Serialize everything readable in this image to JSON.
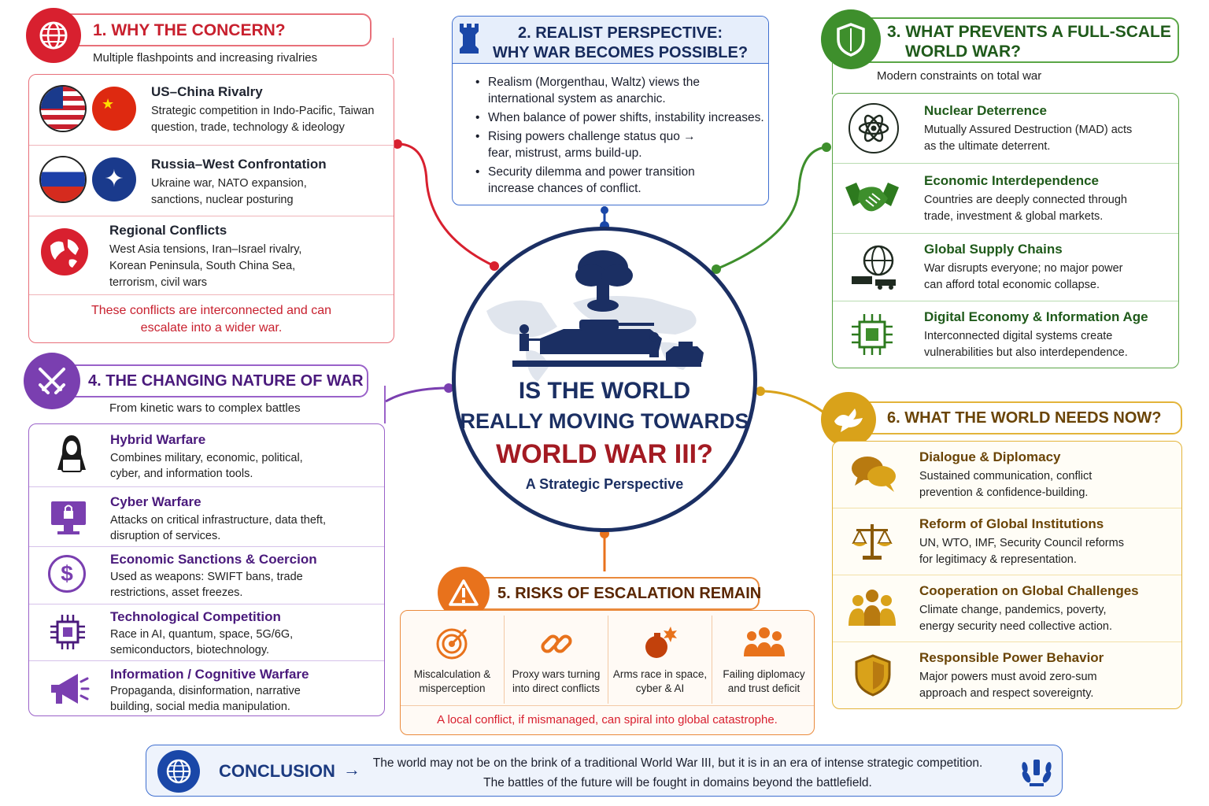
{
  "center": {
    "title_line1": "IS THE WORLD",
    "title_line2": "REALLY MOVING TOWARDS",
    "title_line3": "WORLD WAR III?",
    "subtitle": "A Strategic Perspective"
  },
  "s1": {
    "title": "1. WHY THE CONCERN?",
    "subtitle": "Multiple flashpoints and increasing rivalries",
    "items": [
      {
        "title": "US–China Rivalry",
        "desc1": "Strategic competition in Indo-Pacific, Taiwan",
        "desc2": "question, trade, technology & ideology"
      },
      {
        "title": "Russia–West Confrontation",
        "desc1": "Ukraine war, NATO expansion,",
        "desc2": "sanctions, nuclear posturing"
      },
      {
        "title": "Regional Conflicts",
        "desc1": "West Asia tensions, Iran–Israel rivalry,",
        "desc2": "Korean Peninsula, South China Sea,",
        "desc3": "terrorism, civil wars"
      }
    ],
    "footer1": "These conflicts are interconnected and can",
    "footer2": "escalate into a wider war."
  },
  "s2": {
    "title1": "2. REALIST PERSPECTIVE:",
    "title2": "WHY WAR BECOMES POSSIBLE?",
    "bullets": [
      {
        "l1": "Realism (Morgenthau, Waltz) views the",
        "l2": "international system as anarchic."
      },
      {
        "l1": "When balance of power shifts, instability increases.",
        "l2": ""
      },
      {
        "l1": "Rising powers challenge status quo →",
        "l2": "fear, mistrust, arms build-up."
      },
      {
        "l1": "Security dilemma and power transition",
        "l2": "increase chances of conflict."
      }
    ]
  },
  "s3": {
    "title1": "3. WHAT PREVENTS A FULL-SCALE",
    "title2": "WORLD WAR?",
    "subtitle": "Modern constraints on total war",
    "items": [
      {
        "title": "Nuclear Deterrence",
        "desc1": "Mutually Assured Destruction (MAD) acts",
        "desc2": "as the ultimate deterrent."
      },
      {
        "title": "Economic Interdependence",
        "desc1": "Countries are deeply connected through",
        "desc2": "trade, investment & global markets."
      },
      {
        "title": "Global Supply Chains",
        "desc1": "War disrupts everyone; no major power",
        "desc2": "can afford total economic collapse."
      },
      {
        "title": "Digital Economy & Information Age",
        "desc1": "Interconnected digital systems create",
        "desc2": "vulnerabilities but also interdependence."
      }
    ]
  },
  "s4": {
    "title": "4. THE CHANGING NATURE OF WAR",
    "subtitle": "From kinetic wars to complex battles",
    "items": [
      {
        "title": "Hybrid Warfare",
        "desc1": "Combines military, economic, political,",
        "desc2": "cyber, and information tools."
      },
      {
        "title": "Cyber Warfare",
        "desc1": "Attacks on critical infrastructure, data theft,",
        "desc2": "disruption of services."
      },
      {
        "title": "Economic Sanctions & Coercion",
        "desc1": "Used as weapons: SWIFT bans, trade",
        "desc2": "restrictions, asset freezes."
      },
      {
        "title": "Technological Competition",
        "desc1": "Race in AI, quantum, space, 5G/6G,",
        "desc2": "semiconductors, biotechnology."
      },
      {
        "title": "Information / Cognitive Warfare",
        "desc1": "Propaganda, disinformation, narrative",
        "desc2": "building, social media manipulation."
      }
    ]
  },
  "s5": {
    "title": "5. RISKS OF ESCALATION REMAIN",
    "items": [
      {
        "l1": "Miscalculation &",
        "l2": "misperception"
      },
      {
        "l1": "Proxy wars turning",
        "l2": "into direct conflicts"
      },
      {
        "l1": "Arms race in space,",
        "l2": "cyber & AI"
      },
      {
        "l1": "Failing diplomacy",
        "l2": "and trust deficit"
      }
    ],
    "footer": "A local conflict, if mismanaged, can spiral into global catastrophe."
  },
  "s6": {
    "title": "6. WHAT THE WORLD NEEDS NOW?",
    "items": [
      {
        "title": "Dialogue & Diplomacy",
        "desc1": "Sustained communication, conflict",
        "desc2": "prevention & confidence-building."
      },
      {
        "title": "Reform of Global Institutions",
        "desc1": "UN, WTO, IMF, Security Council reforms",
        "desc2": "for legitimacy & representation."
      },
      {
        "title": "Cooperation on Global Challenges",
        "desc1": "Climate change, pandemics, poverty,",
        "desc2": "energy security need collective action."
      },
      {
        "title": "Responsible Power Behavior",
        "desc1": "Major powers must avoid zero-sum",
        "desc2": "approach and respect sovereignty."
      }
    ]
  },
  "conclusion": {
    "label": "CONCLUSION",
    "arrow": "→",
    "line1": "The world may not be on the brink of a traditional World War III, but it is in an era of intense strategic competition.",
    "line2": "The battles of the future will be fought in domains beyond the battlefield."
  },
  "colors": {
    "red": "#d8202f",
    "blue": "#1a47a8",
    "green": "#3e8f2c",
    "purple": "#7a3fb0",
    "orange": "#e8721c",
    "gold": "#d9a21a",
    "navy": "#1b2f63"
  }
}
